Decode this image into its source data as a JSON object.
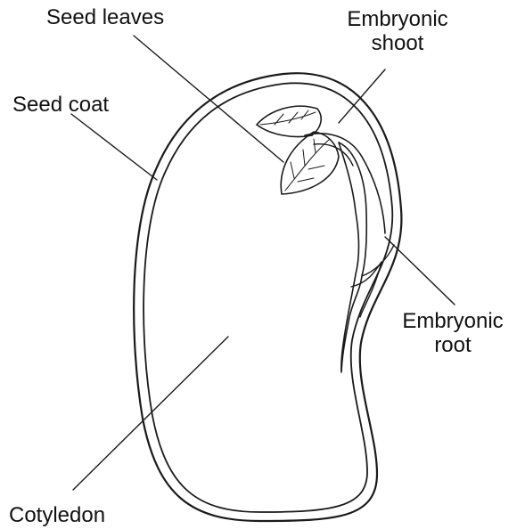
{
  "diagram": {
    "labels": {
      "seed_leaves": "Seed leaves",
      "embryonic_shoot": [
        "Embryonic",
        "shoot"
      ],
      "seed_coat": "Seed coat",
      "embryonic_root": [
        "Embryonic",
        "root"
      ],
      "cotyledon": "Cotyledon"
    }
  }
}
